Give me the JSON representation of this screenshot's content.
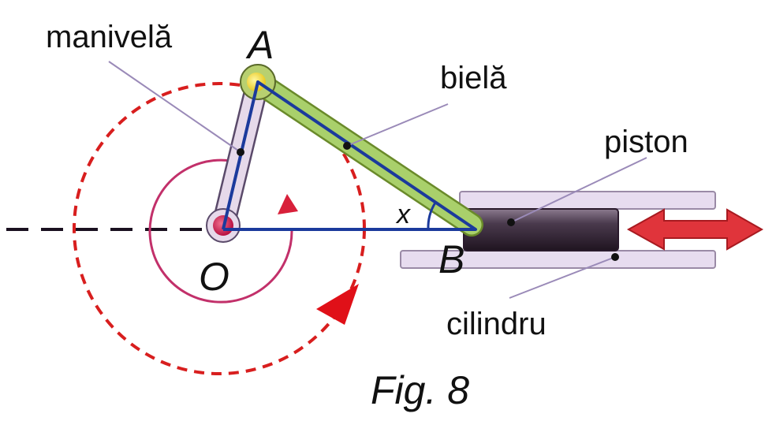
{
  "labels": {
    "crank": "manivelă",
    "connecting_rod": "bielă",
    "piston": "piston",
    "cylinder": "cilindru"
  },
  "points": {
    "A": "A",
    "O": "O",
    "B": "B"
  },
  "angle_label": "x",
  "caption": "Fig. 8",
  "colors": {
    "crank_fill": "#e6d9ea",
    "rod_fill": "#a9d06b",
    "triangle_line": "#1b3a9c",
    "dashed_circle": "#d81e1e",
    "arrow": "#e0343b",
    "hub": "#d9254f",
    "piston": "#3a2a3c",
    "cylinder_rail": "#e7dcef"
  }
}
